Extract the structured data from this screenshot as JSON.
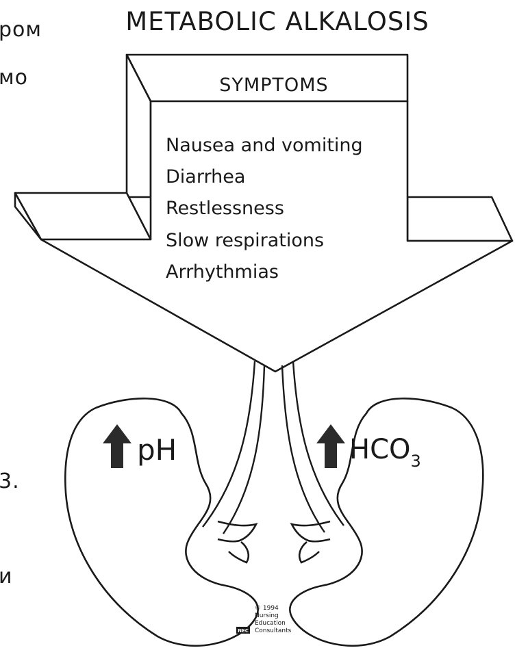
{
  "diagram": {
    "title": "METABOLIC ALKALOSIS",
    "box_heading": "SYMPTOMS",
    "symptoms": [
      "Nausea and vomiting",
      "Diarrhea",
      "Restlessness",
      "Slow respirations",
      "Arrhythmias"
    ],
    "left_kidney": {
      "arrow": "up-arrow-icon",
      "label": "pH"
    },
    "right_kidney": {
      "arrow": "up-arrow-icon",
      "label": "HCO",
      "subscript": "3"
    },
    "copyright": {
      "year_line": "© 1994",
      "org_lines": [
        "Nursing",
        "Education",
        "Consultants"
      ],
      "logo_text": "NEC"
    }
  },
  "side_fragments": {
    "line1": "ром",
    "line2": "мо",
    "line3": "3.",
    "line4": "и"
  },
  "colors": {
    "ink": "#1a1a1a",
    "paper": "#ffffff",
    "arrow_fill": "#2b2b2b"
  }
}
